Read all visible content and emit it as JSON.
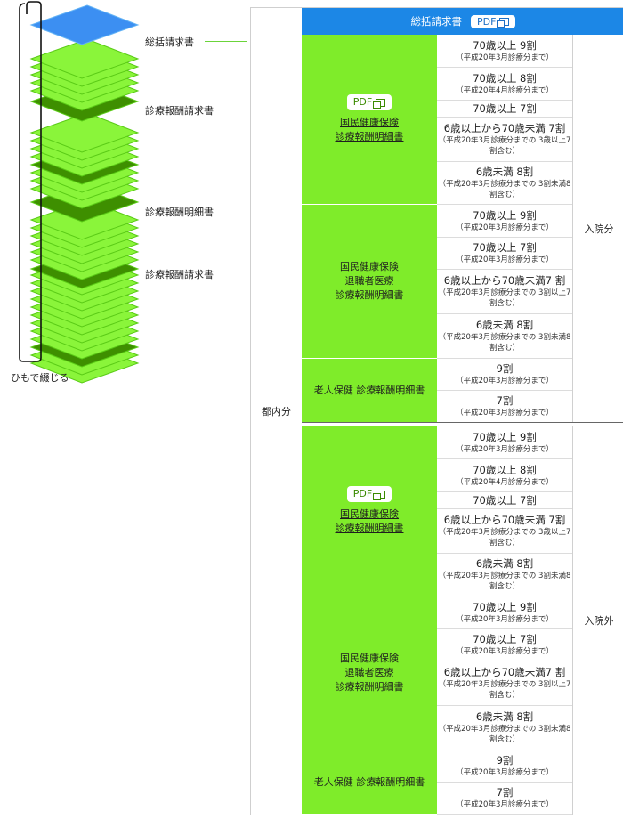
{
  "stack": {
    "labels": {
      "sokatsu": "総括請求書",
      "shinryo_seikyu_1": "診療報酬請求書",
      "meisai": "診療報酬明細書",
      "shinryo_seikyu_2": "診療報酬請求書",
      "himo": "ひもで綴じる"
    },
    "colors": {
      "blue_top": "#3c8ff2",
      "blue_side": "#63b3f5",
      "dark_green": "#3e8f00",
      "light_green": "#8af53a",
      "edge_green": "#5acb16"
    }
  },
  "diagram": {
    "tonai": "都内分",
    "header": {
      "title": "総括請求書",
      "pdf": "PDF"
    },
    "colors": {
      "header_blue": "#1c87e6",
      "group_green": "#7fec2a"
    },
    "nyuin": {
      "category": "入院分",
      "groups": [
        {
          "pdf": "PDF",
          "line1": "国民健康保険",
          "line2": "診療報酬明細書",
          "rows": [
            {
              "main": "70歳以上 9割",
              "note": "（平成20年3月診療分まで）"
            },
            {
              "main": "70歳以上 8割",
              "note": "（平成20年4月診療分まで）"
            },
            {
              "main": "70歳以上 7割",
              "note": ""
            },
            {
              "main": "6歳以上から70歳未満 7割",
              "note": "（平成20年3月診療分までの 3歳以上7割含む）"
            },
            {
              "main": "6歳未満 8割",
              "note": "（平成20年3月診療分までの 3割未満8割含む）"
            }
          ]
        },
        {
          "line1": "国民健康保険",
          "line2": "退職者医療",
          "line3": "診療報酬明細書",
          "rows": [
            {
              "main": "70歳以上 9割",
              "note": "（平成20年3月診療分まで）"
            },
            {
              "main": "70歳以上 7割",
              "note": "（平成20年3月診療分まで）"
            },
            {
              "main": "6歳以上から70歳未満7 割",
              "note": "（平成20年3月診療分までの 3割以上7割含む）"
            },
            {
              "main": "6歳未満 8割",
              "note": "（平成20年3月診療分までの 3割未満8割含む）"
            }
          ]
        },
        {
          "line1": "老人保健 診療報酬明細書",
          "rows": [
            {
              "main": "9割",
              "note": "（平成20年3月診療分まで）"
            },
            {
              "main": "7割",
              "note": "（平成20年3月診療分まで）"
            }
          ]
        }
      ]
    },
    "gairai": {
      "category": "入院外",
      "groups": [
        {
          "pdf": "PDF",
          "line1": "国民健康保険",
          "line2": "診療報酬明細書",
          "rows": [
            {
              "main": "70歳以上 9割",
              "note": "（平成20年3月診療分まで）"
            },
            {
              "main": "70歳以上 8割",
              "note": "（平成20年4月診療分まで）"
            },
            {
              "main": "70歳以上 7割",
              "note": ""
            },
            {
              "main": "6歳以上から70歳未満 7割",
              "note": "（平成20年3月診療分までの 3歳以上7割含む）"
            },
            {
              "main": "6歳未満 8割",
              "note": "（平成20年3月診療分までの 3割未満8割含む）"
            }
          ]
        },
        {
          "line1": "国民健康保険",
          "line2": "退職者医療",
          "line3": "診療報酬明細書",
          "rows": [
            {
              "main": "70歳以上 9割",
              "note": "（平成20年3月診療分まで）"
            },
            {
              "main": "70歳以上 7割",
              "note": "（平成20年3月診療分まで）"
            },
            {
              "main": "6歳以上から70歳未満7 割",
              "note": "（平成20年3月診療分までの 3割以上7割含む）"
            },
            {
              "main": "6歳未満 8割",
              "note": "（平成20年3月診療分までの 3割未満8割含む）"
            }
          ]
        },
        {
          "line1": "老人保健 診療報酬明細書",
          "rows": [
            {
              "main": "9割",
              "note": "（平成20年3月診療分まで）"
            },
            {
              "main": "7割",
              "note": "（平成20年3月診療分まで）"
            }
          ]
        }
      ]
    }
  }
}
